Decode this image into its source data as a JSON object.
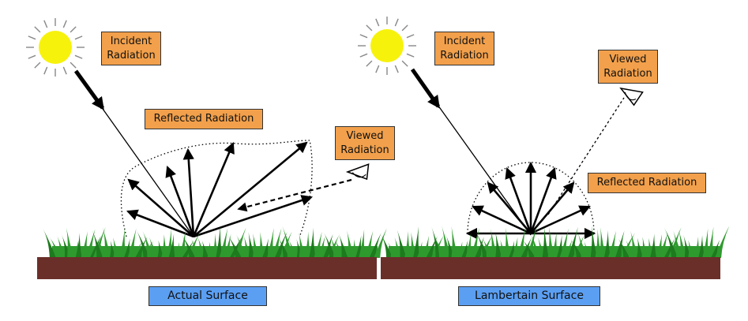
{
  "left_panel": {
    "incident": [
      "Incident",
      "Radiation"
    ],
    "reflected": "Reflected Radiation",
    "viewed": [
      "Viewed",
      "Radiation"
    ],
    "surface_label": "Actual Surface"
  },
  "right_panel": {
    "incident": [
      "Incident",
      "Radiation"
    ],
    "viewed": [
      "Viewed",
      "Radiation"
    ],
    "reflected": "Reflected Radiation",
    "surface_label": "Lambertain Surface"
  },
  "colors": {
    "sun": "#f7f20c",
    "sun_rays": "#888888",
    "label_box": "#f2a04b",
    "surface_box": "#5b9ff2",
    "grass": "#2e9a2e",
    "grass_dark": "#1d7a1d",
    "soil": "#6b2f2a"
  }
}
